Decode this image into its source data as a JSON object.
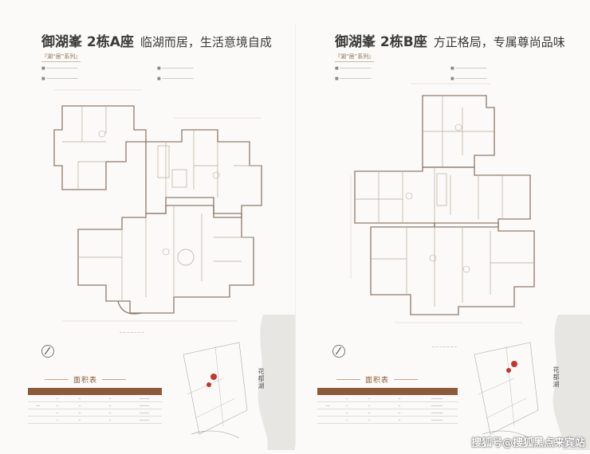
{
  "left": {
    "title": "御湖峯 2栋A座",
    "subtitle": "临湖而居，生活意境自成",
    "series": "『湖“居”系列』",
    "table_title": "面积表",
    "lake_label": "花都湖"
  },
  "right": {
    "title": "御湖峯 2栋B座",
    "subtitle": "方正格局，专属尊尚品味",
    "series": "『湖“居”系列』",
    "table_title": "面积表",
    "lake_label": "花都湖"
  },
  "watermark": "搜狐号@搜狐黑点来宾站",
  "colors": {
    "accent": "#8a5a3a",
    "wall": "#8f7a6a",
    "marker": "#c0392b"
  }
}
